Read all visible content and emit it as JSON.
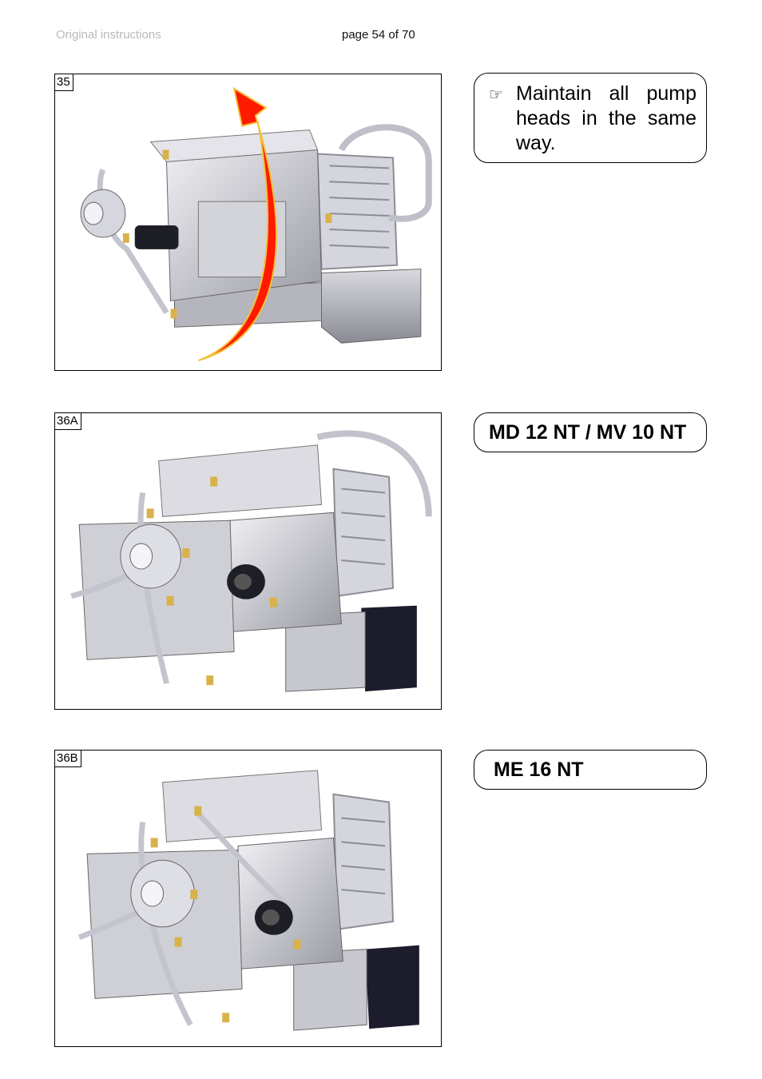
{
  "header": {
    "left": "Original instructions",
    "center": "page 54 of 70"
  },
  "figures": [
    {
      "label": "35"
    },
    {
      "label": "36A"
    },
    {
      "label": "36B"
    }
  ],
  "note": {
    "icon": "☞",
    "text": "Maintain all pump heads in the same way."
  },
  "models": [
    {
      "text": "MD 12  NT / MV 10 NT"
    },
    {
      "text": "ME 16 NT"
    }
  ],
  "colors": {
    "arrow": "#ff1a00",
    "arrow_outline": "#f3c23a",
    "metal": "#c9c9cf",
    "metal_dark": "#8d8d96",
    "cover_dark": "#1c1c2c",
    "fitting": "#d8b24a"
  }
}
